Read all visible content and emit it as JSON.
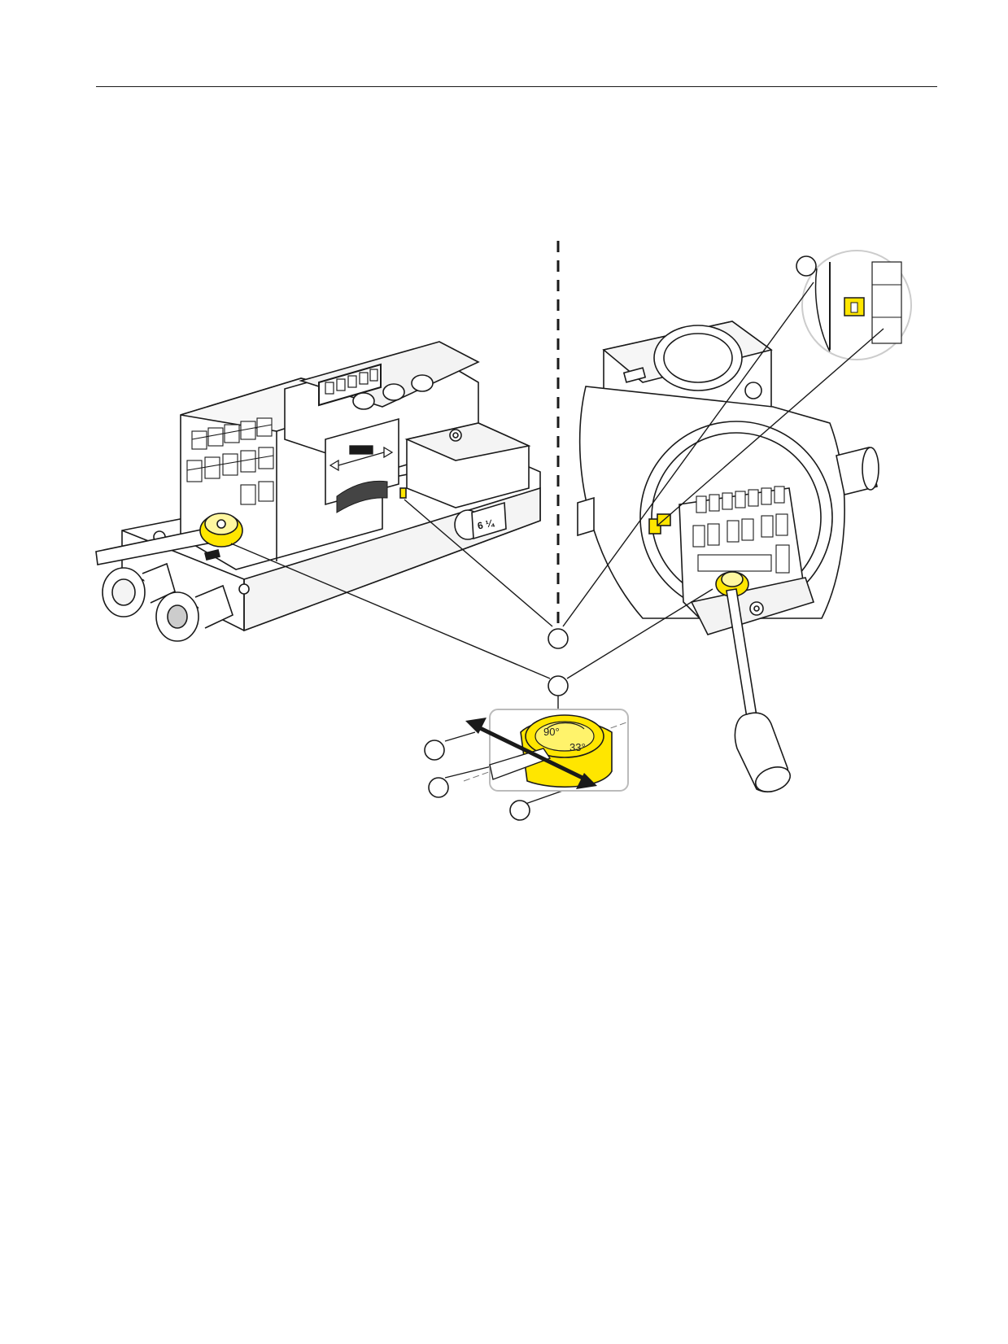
{
  "figure": {
    "angle_large": "90°",
    "angle_small": "33°",
    "plug_label": "6 ¼",
    "colors": {
      "line": "#1a1a1a",
      "highlight": "#ffe600",
      "highlight_dark": "#c9b200",
      "device_fill": "#ffffff",
      "shade": "#bdbdbd",
      "detail_frame": "#bbbbbb"
    }
  }
}
